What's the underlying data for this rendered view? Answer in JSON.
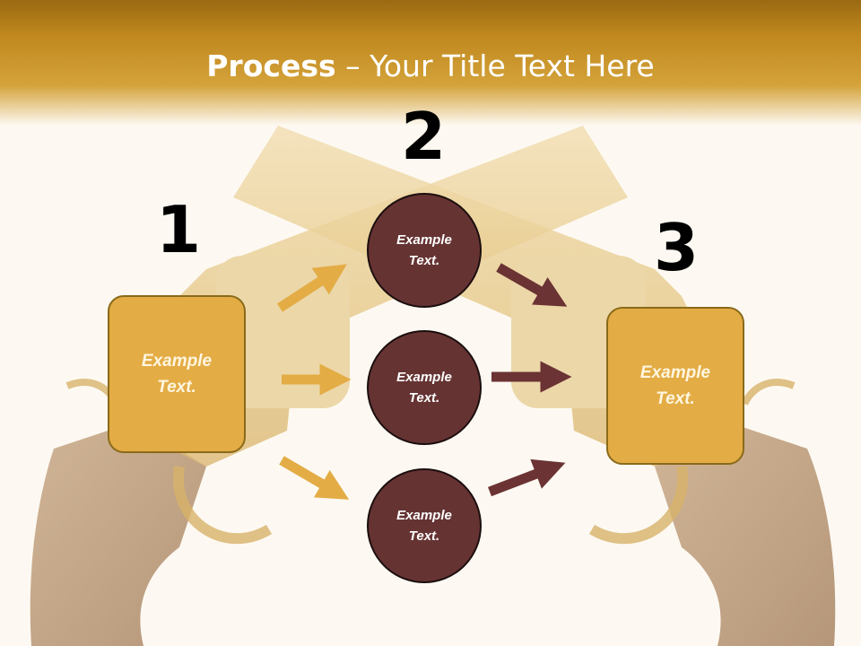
{
  "slide": {
    "title_bold": "Process",
    "title_rest": " – Your Title Text Here",
    "steps": [
      {
        "number": "1",
        "box_text": "Example Text."
      },
      {
        "number": "2"
      },
      {
        "number": "3",
        "box_text": "Example Text."
      }
    ],
    "circles": [
      {
        "text": "Example Text."
      },
      {
        "text": "Example Text."
      },
      {
        "text": "Example Text."
      }
    ],
    "colors": {
      "header": "#c0881e",
      "box_fill": "#e3ac45",
      "circle_fill": "#663333",
      "arrow_gold": "#e3ac45",
      "arrow_maroon": "#6b3333",
      "background": "#fdf9f2"
    },
    "background_image": "crossed-revolvers"
  }
}
